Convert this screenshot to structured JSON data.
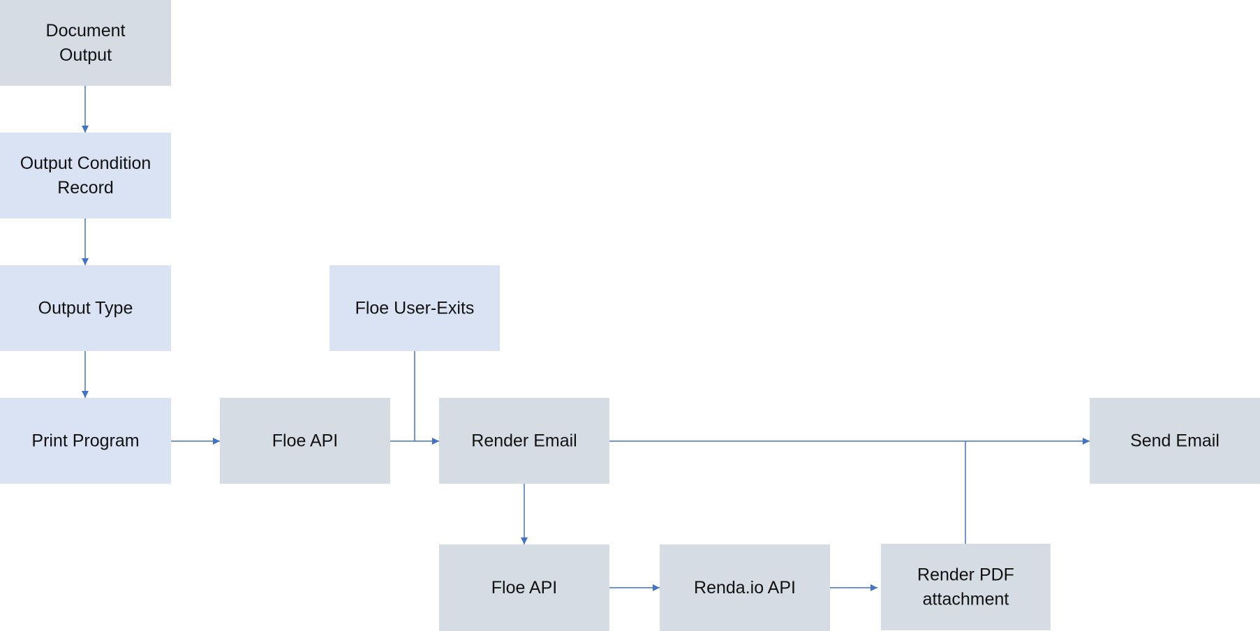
{
  "colors": {
    "box_gray": "#d6dce4",
    "box_blue": "#dae3f3",
    "connector": "#4472c4",
    "text": "#111111"
  },
  "nodes": [
    {
      "id": "document-output",
      "lines": [
        "Document",
        "Output"
      ],
      "fill": "gray"
    },
    {
      "id": "output-condition-record",
      "lines": [
        "Output Condition",
        "Record"
      ],
      "fill": "blue"
    },
    {
      "id": "output-type",
      "lines": [
        "Output Type"
      ],
      "fill": "blue"
    },
    {
      "id": "print-program",
      "lines": [
        "Print Program"
      ],
      "fill": "blue"
    },
    {
      "id": "floe-api-1",
      "lines": [
        "Floe API"
      ],
      "fill": "gray"
    },
    {
      "id": "floe-user-exits",
      "lines": [
        "Floe User-Exits"
      ],
      "fill": "blue"
    },
    {
      "id": "render-email",
      "lines": [
        "Render Email"
      ],
      "fill": "gray"
    },
    {
      "id": "send-email",
      "lines": [
        "Send Email"
      ],
      "fill": "gray"
    },
    {
      "id": "floe-api-2",
      "lines": [
        "Floe API"
      ],
      "fill": "gray"
    },
    {
      "id": "renda-io-api",
      "lines": [
        "Renda.io API"
      ],
      "fill": "gray"
    },
    {
      "id": "render-pdf-attachment",
      "lines": [
        "Render PDF",
        "attachment"
      ],
      "fill": "gray"
    }
  ],
  "edges": [
    {
      "from": "document-output",
      "to": "output-condition-record"
    },
    {
      "from": "output-condition-record",
      "to": "output-type"
    },
    {
      "from": "output-type",
      "to": "print-program"
    },
    {
      "from": "print-program",
      "to": "floe-api-1"
    },
    {
      "from": "floe-api-1",
      "to": "render-email"
    },
    {
      "from": "floe-user-exits",
      "to": "render-email"
    },
    {
      "from": "render-email",
      "to": "send-email"
    },
    {
      "from": "render-email",
      "to": "floe-api-2"
    },
    {
      "from": "floe-api-2",
      "to": "renda-io-api"
    },
    {
      "from": "renda-io-api",
      "to": "render-pdf-attachment"
    },
    {
      "from": "render-pdf-attachment",
      "to": "send-email"
    }
  ]
}
